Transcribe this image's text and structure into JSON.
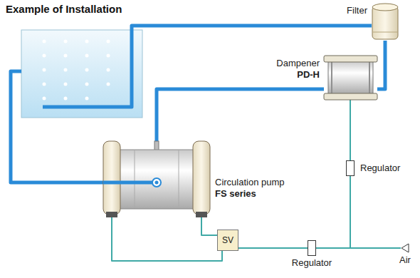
{
  "diagram": {
    "title": "Example of Installation",
    "nodes": [
      {
        "text": [
          "Filter"
        ]
      },
      {
        "text": [
          "Dampener",
          "PD-H"
        ]
      },
      {
        "text": [
          "Regulator"
        ]
      },
      {
        "text": [
          "Circulation pump",
          "FS series"
        ]
      },
      {
        "text": [
          "SV"
        ]
      },
      {
        "text": [
          "Regulator"
        ]
      },
      {
        "text": [
          "Air"
        ]
      }
    ],
    "edges": [
      {
        "from": 3,
        "to": 1,
        "arrow": "none"
      },
      {
        "from": 1,
        "to": 0,
        "arrow": "none"
      },
      {
        "from": 2,
        "to": 1,
        "arrow": "none"
      },
      {
        "from": 6,
        "to": 2,
        "arrow": "none"
      },
      {
        "from": 6,
        "to": 5,
        "arrow": "none"
      },
      {
        "from": 5,
        "to": 4,
        "arrow": "none"
      },
      {
        "from": 4,
        "to": 3,
        "arrow": "none"
      },
      {
        "from": 4,
        "to": 3,
        "arrow": "none"
      }
    ]
  }
}
